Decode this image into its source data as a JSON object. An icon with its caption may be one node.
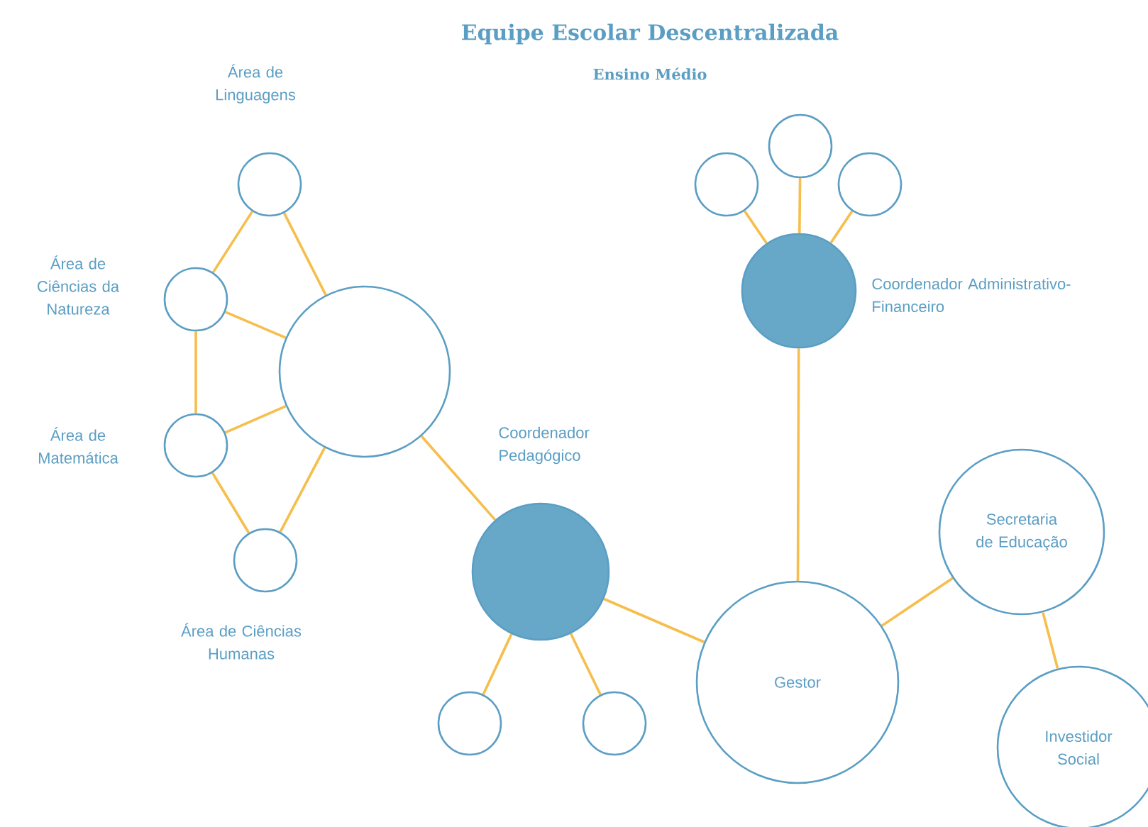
{
  "diagram": {
    "title": "Equipe Escolar Descentralizada",
    "nodes": [
      {
        "text": [],
        "shape": "circle",
        "beside": [
          "Área de Linguagens"
        ]
      },
      {
        "text": [],
        "shape": "circle",
        "beside": [
          "Área de Ciências da Natureza"
        ]
      },
      {
        "text": [],
        "shape": "circle"
      },
      {
        "text": [],
        "shape": "circle",
        "beside": [
          "Área de Matemática"
        ]
      },
      {
        "text": [],
        "shape": "circle",
        "beside": [
          "Área de Ciências Humanas"
        ]
      },
      {
        "text": [],
        "shape": "circle"
      },
      {
        "text": [],
        "shape": "circle"
      },
      {
        "text": [],
        "shape": "circle"
      },
      {
        "text": [],
        "shape": "circle",
        "beside": [
          "Coordenador Administrativo-Financeiro"
        ]
      },
      {
        "text": [],
        "shape": "circle",
        "beside": [
          "Coordenador Pedagógico"
        ]
      },
      {
        "text": [],
        "shape": "circle"
      },
      {
        "text": [],
        "shape": "circle"
      },
      {
        "text": [
          "Secretaria de Educação"
        ]
      },
      {
        "text": [
          "Gestor"
        ]
      },
      {
        "text": [
          "Investidor Social"
        ]
      }
    ],
    "edges": [
      {
        "from": 0,
        "to": 1,
        "arrow": "none"
      },
      {
        "from": 0,
        "to": 2,
        "arrow": "none"
      },
      {
        "from": 1,
        "to": 2,
        "arrow": "none"
      },
      {
        "from": 1,
        "to": 3,
        "arrow": "none"
      },
      {
        "from": 3,
        "to": 2,
        "arrow": "none"
      },
      {
        "from": 3,
        "to": 4,
        "arrow": "none"
      },
      {
        "from": 4,
        "to": 2,
        "arrow": "none"
      },
      {
        "from": 2,
        "to": 9,
        "arrow": "none"
      },
      {
        "from": 9,
        "to": 10,
        "arrow": "none"
      },
      {
        "from": 9,
        "to": 11,
        "arrow": "none"
      },
      {
        "from": 9,
        "to": 13,
        "arrow": "none"
      },
      {
        "from": 8,
        "to": 5,
        "arrow": "none"
      },
      {
        "from": 8,
        "to": 6,
        "arrow": "none"
      },
      {
        "from": 8,
        "to": 7,
        "arrow": "none"
      },
      {
        "from": 8,
        "to": 13,
        "arrow": "none"
      },
      {
        "from": 13,
        "to": 12,
        "arrow": "none"
      },
      {
        "from": 12,
        "to": 14,
        "arrow": "none"
      }
    ],
    "labels": [
      "Ensino Médio"
    ]
  }
}
